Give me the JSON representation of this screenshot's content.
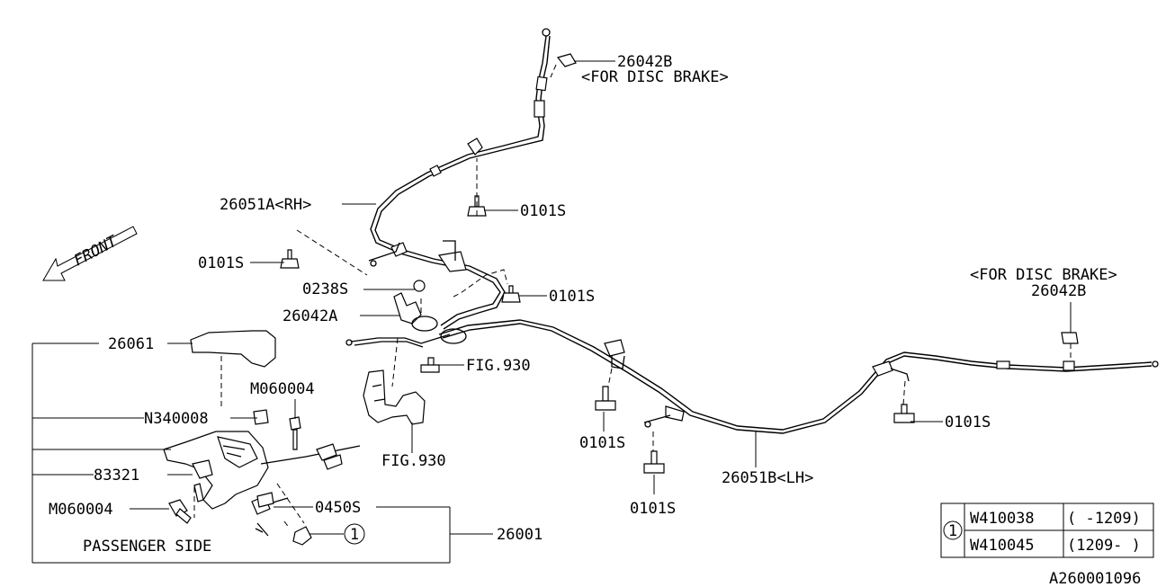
{
  "labels": {
    "l_26042b_top": "26042B",
    "l_disc_top": "<FOR DISC BRAKE>",
    "l_26051a": "26051A<RH>",
    "l_0101s_a": "0101S",
    "l_0101s_b": "0101S",
    "l_0238s": "0238S",
    "l_0101s_c": "0101S",
    "l_26042a": "26042A",
    "l_26061": "26061",
    "l_fig930_a": "FIG.930",
    "l_m060004_a": "M060004",
    "l_n340008": "N340008",
    "l_fig930_b": "FIG.930",
    "l_0101s_d": "0101S",
    "l_83321": "83321",
    "l_26051b": "26051B<LH>",
    "l_m060004_b": "M060004",
    "l_0450s": "0450S",
    "l_0101s_e": "0101S",
    "l_26001": "26001",
    "l_passenger": "PASSENGER SIDE",
    "l_callout1": "1",
    "l_disc_right": "<FOR DISC BRAKE>",
    "l_26042b_right": "26042B",
    "l_0101s_f": "0101S",
    "l_front": "FRONT",
    "l_ref": "A260001096"
  },
  "table": {
    "ref": "1",
    "rows": [
      {
        "part": "W410038",
        "range": "( -1209)"
      },
      {
        "part": "W410045",
        "range": "(1209- )"
      }
    ]
  }
}
